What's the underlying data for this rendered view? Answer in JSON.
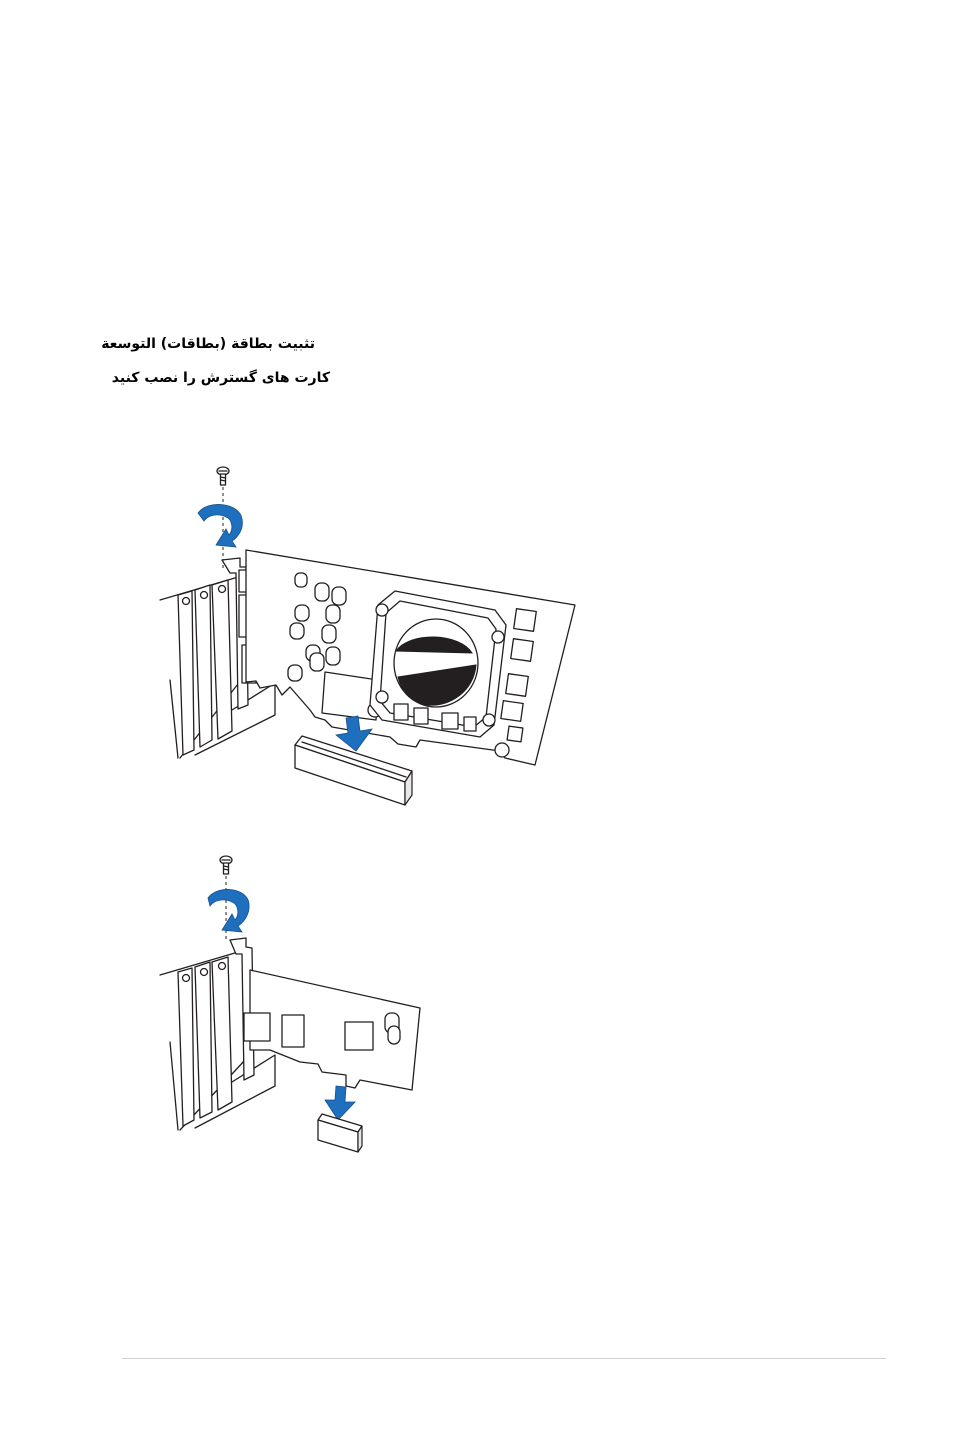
{
  "headings": {
    "arabic": "تثبيت بطاقة (بطاقات) التوسعة",
    "persian": "کارت های گسترش را نصب کنید"
  },
  "illustrations": [
    {
      "name": "install-pcie-x16-graphics-card",
      "arrow_color": "#1f6fbf"
    },
    {
      "name": "install-pcie-x1-card",
      "arrow_color": "#1f6fbf"
    }
  ]
}
